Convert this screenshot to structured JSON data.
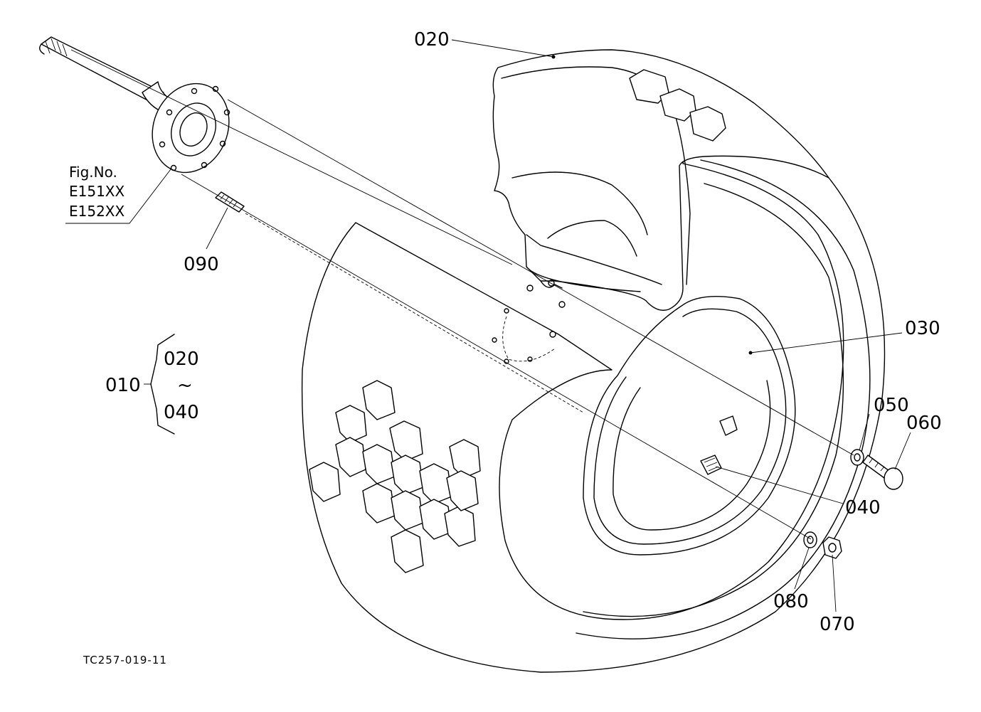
{
  "callouts": {
    "p020": "020",
    "p030": "030",
    "p040": "040",
    "p050": "050",
    "p060": "060",
    "p070": "070",
    "p080": "080",
    "p090": "090"
  },
  "assembly": {
    "label": "010",
    "from": "020",
    "tilde": "~",
    "to": "040"
  },
  "fig_ref": {
    "title": "Fig.No.",
    "line1": "E151XX",
    "line2": "E152XX"
  },
  "drawing_code": "TC257-019-11"
}
